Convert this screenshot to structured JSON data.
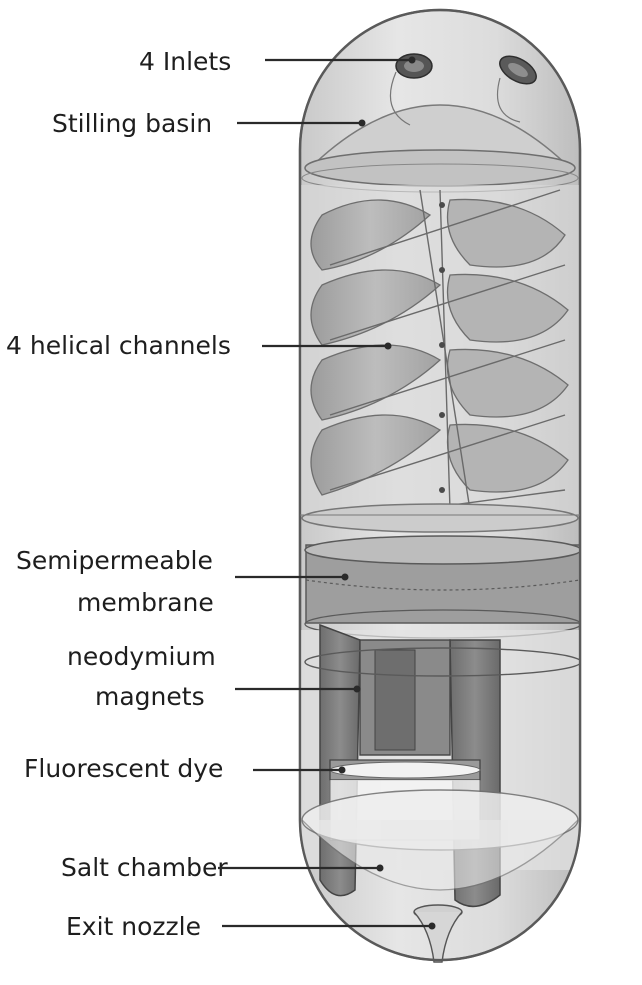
{
  "labels": {
    "inlets": "4 Inlets",
    "stilling_basin": "Stilling basin",
    "helical_channels": "4 helical channels",
    "membrane_line1": "Semipermeable",
    "membrane_line2": "membrane",
    "magnets_line1": "neodymium",
    "magnets_line2": "magnets",
    "fluorescent_dye": "Fluorescent dye",
    "salt_chamber": "Salt chamber",
    "exit_nozzle": "Exit nozzle"
  },
  "colors": {
    "shell": "#d6d6d6",
    "shell_stroke": "#6a6a6a",
    "helix": "#a8a8a8",
    "magnet": "#7a7a7a",
    "membrane": "#9a9a9a",
    "background": "#ffffff",
    "text": "#1e1e1e"
  }
}
